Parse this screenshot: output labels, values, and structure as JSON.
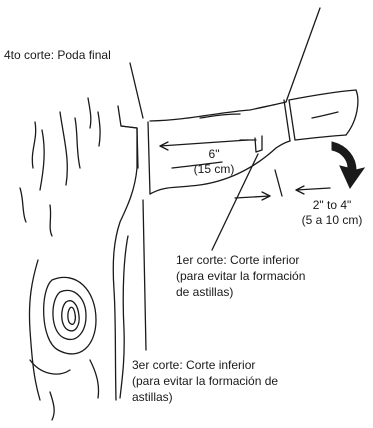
{
  "labels": {
    "fourth_cut": "4to corte: Poda final",
    "dim_6in": "6\"",
    "dim_15cm": "(15 cm)",
    "dim_2to4in": "2\" to 4\"",
    "dim_5to10cm": "(5 a 10 cm)",
    "first_cut": {
      "line1": "1er corte: Corte inferior",
      "line2": "(para evitar la formación",
      "line3": "de astillas)"
    },
    "third_cut": {
      "line1": "3er corte: Corte inferior",
      "line2": "(para evitar la formación de",
      "line3": "astillas)"
    }
  },
  "icons": [
    "curved-arrow-icon"
  ]
}
